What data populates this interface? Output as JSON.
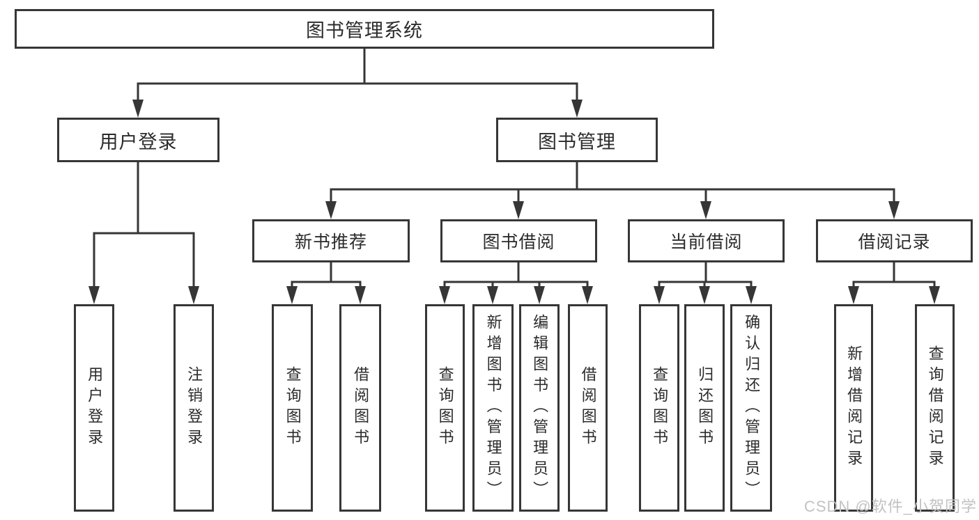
{
  "tree": {
    "root": "图书管理系统",
    "level2": [
      {
        "label": "用户登录",
        "leaves": [
          "用户登录",
          "注销登录"
        ]
      },
      {
        "label": "图书管理",
        "groups": [
          {
            "label": "新书推荐",
            "leaves": [
              "查询图书",
              "借阅图书"
            ]
          },
          {
            "label": "图书借阅",
            "leaves": [
              "查询图书",
              "新增图书（管理员）",
              "编辑图书（管理员）",
              "借阅图书"
            ]
          },
          {
            "label": "当前借阅",
            "leaves": [
              "查询图书",
              "归还图书",
              "确认归还（管理员）"
            ]
          },
          {
            "label": "借阅记录",
            "leaves": [
              "新增借阅记录",
              "查询借阅记录"
            ]
          }
        ]
      }
    ]
  },
  "watermark": "CSDN @软件_小贺同学",
  "colors": {
    "line": "#363636",
    "box_border": "#363636",
    "text": "#2b2b2b",
    "watermark": "#c2c2c2",
    "background": "#ffffff"
  }
}
